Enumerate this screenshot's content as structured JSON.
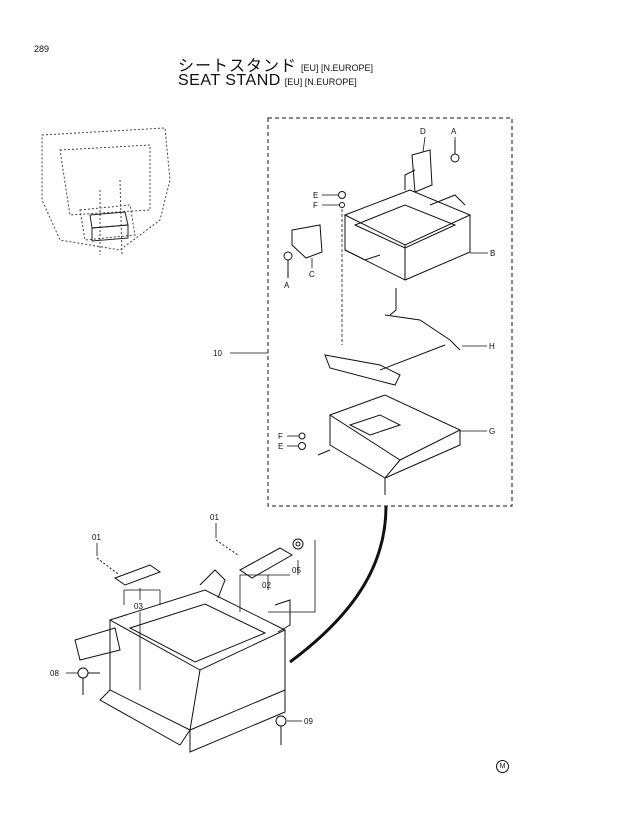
{
  "page_number": "289",
  "title_jp": "シートスタンド",
  "title_en": "SEAT  STAND",
  "tags": "[EU]  [N.EUROPE]",
  "labels": {
    "A_top": "A",
    "D": "D",
    "E_top": "E",
    "F_top": "F",
    "B": "B",
    "C": "C",
    "A_left": "A",
    "H": "H",
    "G": "G",
    "F_bottom": "F",
    "E_bottom": "E",
    "ten": "10",
    "p01a": "01",
    "p01b": "01",
    "p03": "03",
    "p02": "02",
    "p05": "05",
    "p08": "08",
    "p09": "09"
  },
  "mark": "M"
}
